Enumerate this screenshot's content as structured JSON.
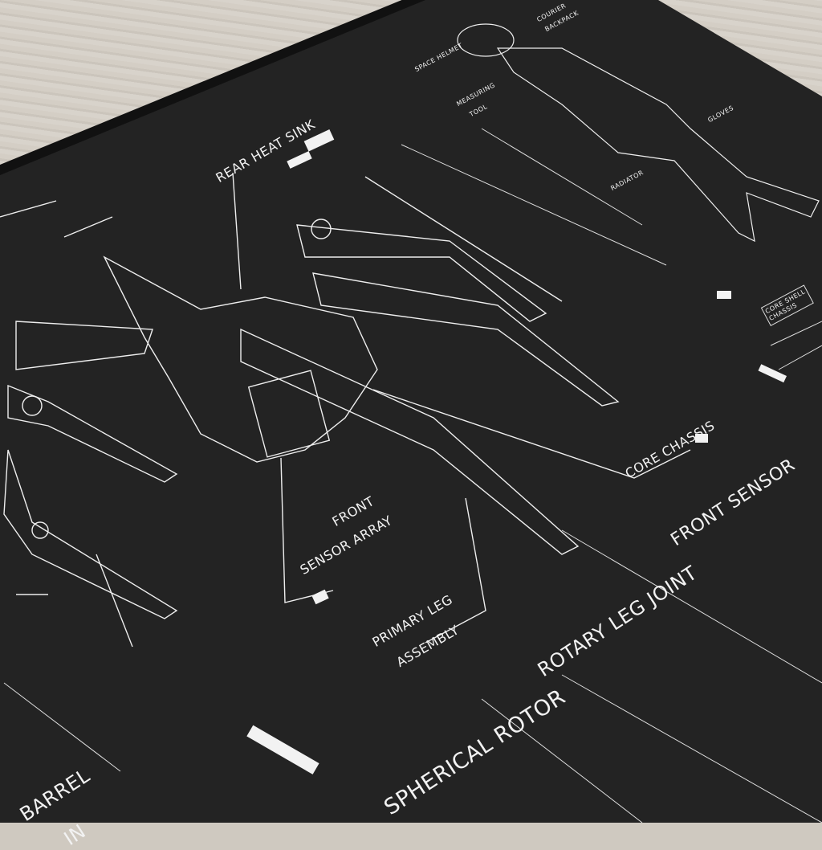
{
  "poster": {
    "colors": {
      "background": "#232323",
      "lines": "#f2f2f2",
      "table": "#d4cec5"
    },
    "main_callouts": [
      {
        "id": "rear-heat-sink",
        "text": "REAR HEAT SINK"
      },
      {
        "id": "core-chassis",
        "text": "CORE CHASSIS"
      },
      {
        "id": "front-sensor-array",
        "line1": "FRONT",
        "line2": "SENSOR ARRAY"
      },
      {
        "id": "primary-leg-assembly",
        "line1": "PRIMARY LEG",
        "line2": "ASSEMBLY"
      }
    ],
    "figure_callouts": {
      "space_helmet": "SPACE HELMET",
      "courier_backpack_1": "COURIER",
      "courier_backpack_2": "BACKPACK",
      "measuring_tool_1": "MEASURING",
      "measuring_tool_2": "TOOL",
      "gloves": "GLOVES",
      "radiator": "RADIATOR"
    },
    "core_shell": {
      "line1": "CORE SHELL",
      "line2": "CHASSIS"
    },
    "section_titles": {
      "front_sensor": "FRONT SENSOR",
      "rotary_leg_joint": "ROTARY LEG JOINT",
      "spherical_rotor": "SPHERICAL ROTOR",
      "barrel_1": "BARREL",
      "barrel_2": "IN"
    }
  }
}
